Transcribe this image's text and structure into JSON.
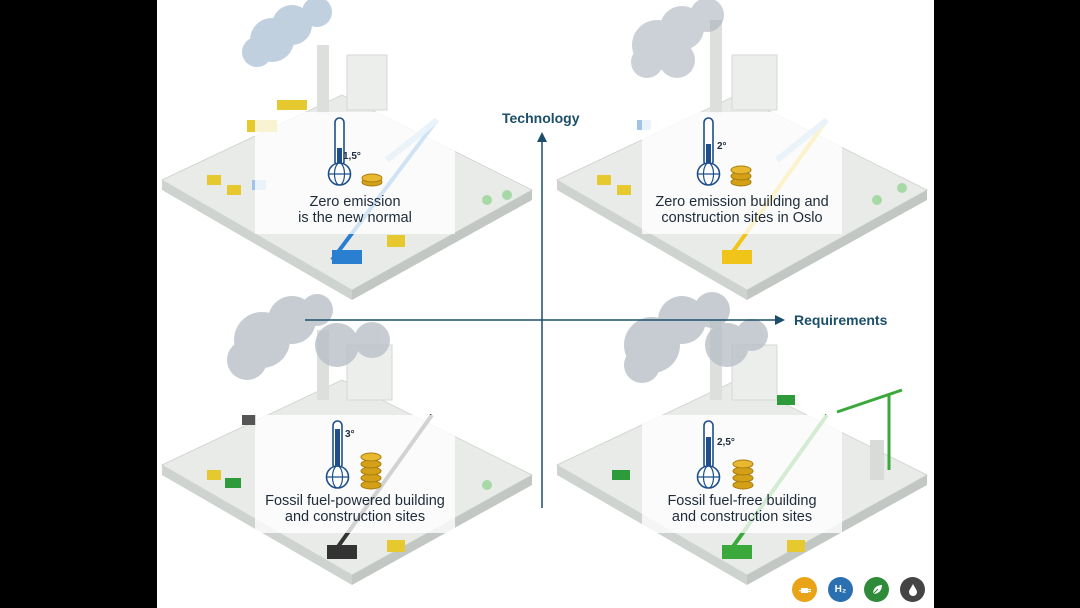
{
  "axes": {
    "vertical_label": "Technology",
    "horizontal_label": "Requirements"
  },
  "quadrants": [
    {
      "id": "top-left",
      "temperature": "1,5°",
      "caption_line1": "Zero emission",
      "caption_line2": "is the new normal",
      "coins": 1,
      "crane_color": "#2a7fd0"
    },
    {
      "id": "top-right",
      "temperature": "2°",
      "caption_line1": "Zero emission building and",
      "caption_line2": "construction sites in Oslo",
      "coins": 2,
      "crane_color": "#f0c419"
    },
    {
      "id": "bottom-left",
      "temperature": "3°",
      "caption_line1": "Fossil fuel-powered building",
      "caption_line2": "and construction sites",
      "coins": 5,
      "crane_color": "#333333"
    },
    {
      "id": "bottom-right",
      "temperature": "2,5°",
      "caption_line1": "Fossil fuel-free building",
      "caption_line2": "and construction sites",
      "coins": 4,
      "crane_color": "#3aa83a"
    }
  ],
  "legend": [
    {
      "name": "electric-plug-icon",
      "color": "#e8a317",
      "symbol": ""
    },
    {
      "name": "hydrogen-icon",
      "color": "#2a6fb0",
      "symbol": "H₂"
    },
    {
      "name": "biofuel-leaf-icon",
      "color": "#2e8b3a",
      "symbol": ""
    },
    {
      "name": "fossil-fuel-drop-icon",
      "color": "#444444",
      "symbol": ""
    }
  ],
  "colors": {
    "axis": "#1b4e6b",
    "thermometer": "#1e4f8a",
    "coin": "#d4a017",
    "smoke": "#b9c0c7",
    "ground": "#e6e8e6"
  }
}
